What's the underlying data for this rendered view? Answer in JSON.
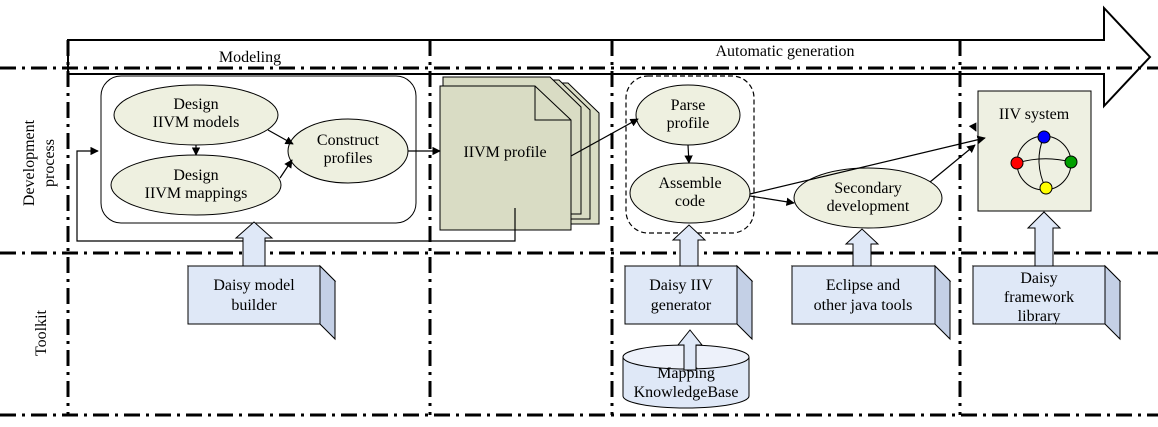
{
  "timeline": {
    "phase_modeling": "Modeling",
    "phase_generation": "Automatic generation"
  },
  "lanes": {
    "development": [
      "Development",
      "process"
    ],
    "toolkit": "Toolkit"
  },
  "modeling": {
    "design_models": [
      "Design",
      "IIVM models"
    ],
    "design_mappings": [
      "Design",
      "IIVM mappings"
    ],
    "construct_profiles": [
      "Construct",
      "profiles"
    ]
  },
  "profile_doc": "IIVM profile",
  "generation": {
    "parse_profile": [
      "Parse",
      "profile"
    ],
    "assemble_code": [
      "Assemble",
      "code"
    ],
    "secondary_development": [
      "Secondary",
      "development"
    ]
  },
  "iiv_system": {
    "title": "IIV system",
    "node_colors": [
      "#0000ff",
      "#ff0000",
      "#00a000",
      "#ffff00"
    ]
  },
  "tools": {
    "model_builder": [
      "Daisy model",
      "builder"
    ],
    "iiv_generator": [
      "Daisy IIV",
      "generator"
    ],
    "eclipse": [
      "Eclipse and",
      "other java tools"
    ],
    "framework": [
      "Daisy",
      "framework",
      "library"
    ]
  },
  "knowledge_base": [
    "Mapping",
    "KnowledgeBase"
  ],
  "colors": {
    "box_fill": "#dfe8f7",
    "box_side": "#c4d0e6",
    "ellipse_fill": "#eef0e0",
    "doc_fill": "#d9dcc4",
    "system_fill": "#eef0e2",
    "arrow_fill": "#dfe8f7"
  }
}
